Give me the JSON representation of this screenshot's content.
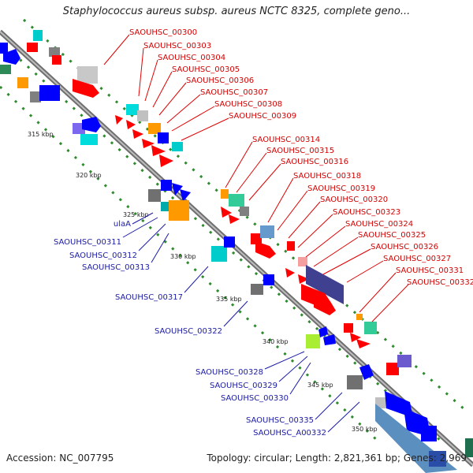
{
  "title": "Staphylococcus aureus subsp. aureus NCTC 8325, complete geno...",
  "accession": "Accession: NC_007795",
  "topology": "Topology: circular; Length: 2,821,361 bp; Genes: 2,969",
  "ticks": [
    "315 kbp",
    "320 kbp",
    "325 kbp",
    "330 kbp",
    "335 kbp",
    "340 kbp",
    "345 kbp",
    "350 kbp"
  ],
  "forward_labels": [
    "SAOUHSC_00300",
    "SAOUHSC_00303",
    "SAOUHSC_00304",
    "SAOUHSC_00305",
    "SAOUHSC_00306",
    "SAOUHSC_00307",
    "SAOUHSC_00308",
    "SAOUHSC_00309",
    "SAOUHSC_00314",
    "SAOUHSC_00315",
    "SAOUHSC_00316",
    "SAOUHSC_00318",
    "SAOUHSC_00319",
    "SAOUHSC_00320",
    "SAOUHSC_00323",
    "SAOUHSC_00324",
    "SAOUHSC_00325",
    "SAOUHSC_00326",
    "SAOUHSC_00327",
    "SAOUHSC_00331",
    "SAOUHSC_00332"
  ],
  "reverse_labels": [
    "ulaA",
    "SAOUHSC_00311",
    "SAOUHSC_00312",
    "SAOUHSC_00313",
    "SAOUHSC_00317",
    "SAOUHSC_00322",
    "SAOUHSC_00328",
    "SAOUHSC_00329",
    "SAOUHSC_00330",
    "SAOUHSC_00335",
    "SAOUHSC_A00332"
  ],
  "colors": {
    "forward_label": "#d60000",
    "reverse_label": "#1a1aa8",
    "cds_forward": "#ff0000",
    "cds_reverse": "#0000ff",
    "tick_dots": "#2e8b2e",
    "backbone": "#8c8c8c"
  }
}
